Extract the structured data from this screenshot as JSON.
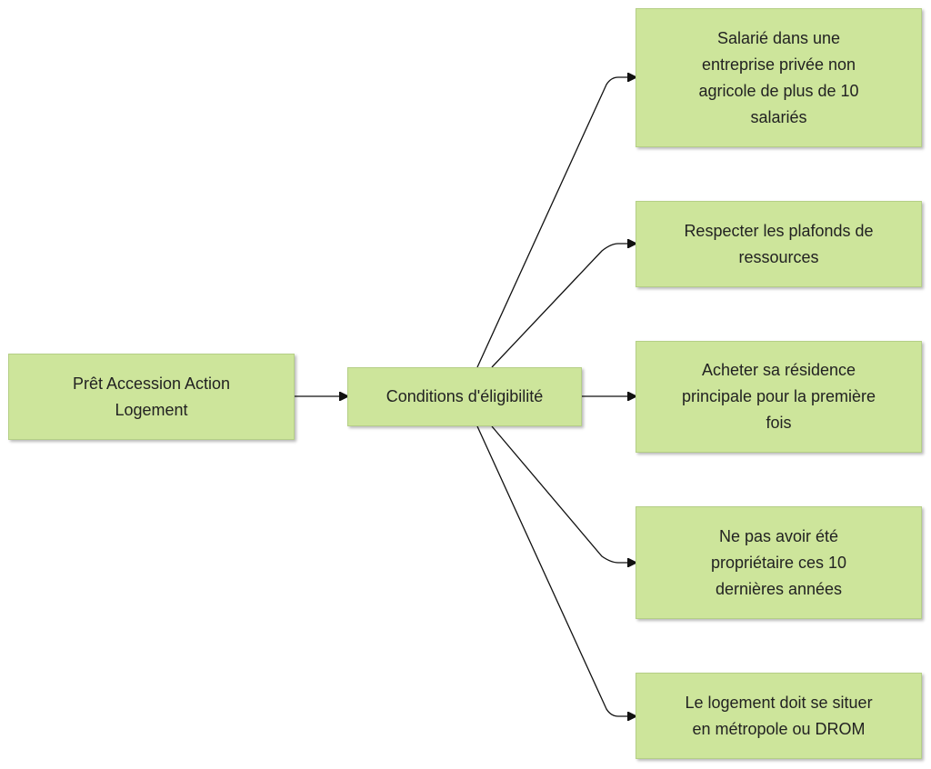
{
  "colors": {
    "node_fill": "#cde59b",
    "edge": "#111111"
  },
  "diagram": {
    "root": {
      "label": "Prêt Accession Action Logement"
    },
    "conditions": {
      "label": "Conditions d'éligibilité"
    },
    "criteria": [
      {
        "label": "Salarié dans une entreprise privée non agricole de plus de 10 salariés"
      },
      {
        "label": "Respecter les plafonds de ressources"
      },
      {
        "label": "Acheter sa résidence principale pour la première fois"
      },
      {
        "label": "Ne pas avoir été propriétaire ces 10 dernières années"
      },
      {
        "label": "Le logement doit se situer en métropole ou DROM"
      }
    ]
  }
}
